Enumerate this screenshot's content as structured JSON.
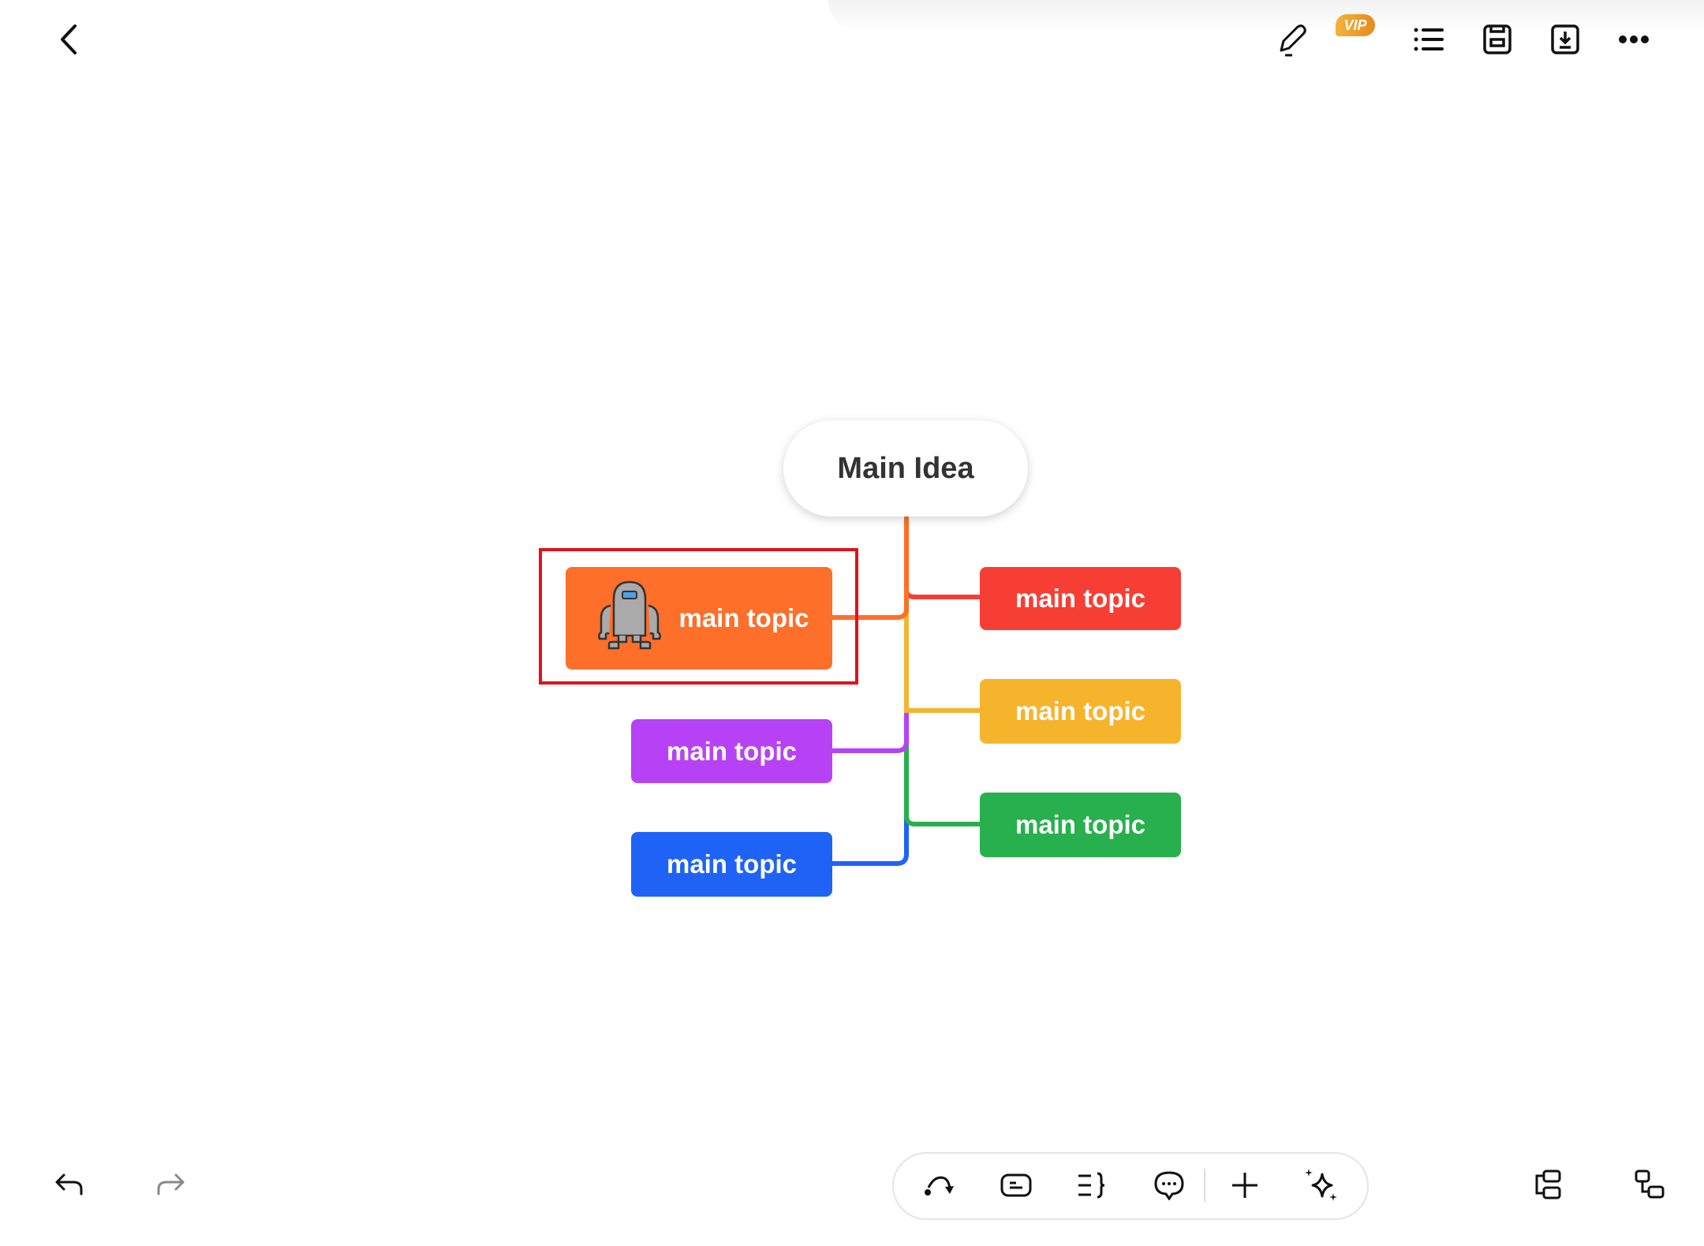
{
  "header": {
    "vip_badge": "VIP",
    "icons": [
      "back-icon",
      "pencil-icon",
      "list-icon",
      "save-icon",
      "download-icon",
      "more-icon"
    ]
  },
  "mindmap": {
    "root": "Main Idea",
    "topics": [
      {
        "label": "main topic",
        "color": "#fe6f2a",
        "side": "left",
        "selected": true,
        "sticker": "robot"
      },
      {
        "label": "main topic",
        "color": "#f73e34",
        "side": "right"
      },
      {
        "label": "main topic",
        "color": "#f6b42d",
        "side": "right"
      },
      {
        "label": "main topic",
        "color": "#b742f5",
        "side": "left"
      },
      {
        "label": "main topic",
        "color": "#27b04d",
        "side": "right"
      },
      {
        "label": "main topic",
        "color": "#1e63f5",
        "side": "left"
      }
    ],
    "selection_color": "#e0121a"
  },
  "bottom_toolbar": {
    "icons": [
      "relationship-icon",
      "summary-box-icon",
      "summary-brace-icon",
      "comment-icon",
      "add-icon",
      "ai-sparkle-icon"
    ]
  },
  "footer": {
    "icons": [
      "undo-icon",
      "redo-icon",
      "layout-left-icon",
      "layout-tree-icon"
    ]
  }
}
